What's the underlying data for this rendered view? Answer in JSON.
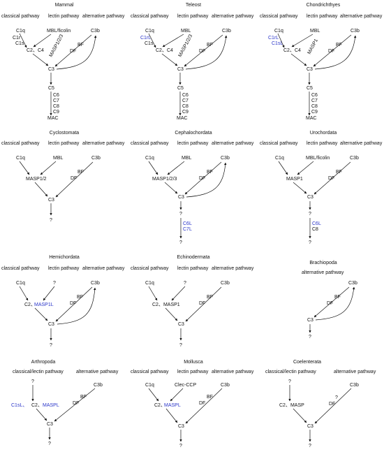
{
  "colors": {
    "text": "#111111",
    "highlight": "#2a35c9",
    "background": "#ffffff"
  },
  "pathway_labels": {
    "classical": "classical pathway",
    "lectin": "lectin pathway",
    "alternative": "alternative pathway",
    "classical_lectin": "classical/lectin pathway"
  },
  "panels": [
    {
      "id": "mammal",
      "title": "Mammal",
      "nodes": {
        "C1q": "C1q",
        "C1r": "C1r",
        "C1s": "C1s",
        "MBL": "MBL/ficolin",
        "MASP": "MASP1/2/3",
        "C3b": "C3b",
        "C2C4": "C2、C4",
        "BF": "BF",
        "DF": "DF",
        "C3": "C3",
        "C5": "C5",
        "C6": "C6",
        "C7": "C7",
        "C8": "C8",
        "C9": "C9",
        "MAC": "MAC"
      }
    },
    {
      "id": "teleost",
      "title": "Teleost",
      "nodes": {
        "C1q": "C1q",
        "C1r": "C1rL",
        "C1s": "C1s",
        "MBL": "MBL",
        "MASP": "MASP1/2/3",
        "C3b": "C3b",
        "C2C4": "C2、C4",
        "BF": "BF",
        "DF": "DF",
        "C3": "C3",
        "C5": "C5",
        "C6": "C6",
        "C7": "C7",
        "C8": "C8",
        "C9": "C9",
        "MAC": "MAC"
      }
    },
    {
      "id": "chondrichthyes",
      "title": "Chondrichthyes",
      "nodes": {
        "C1q": "C1q",
        "C1r": "C1rL",
        "C1s": "C1sL",
        "MBL": "MBL",
        "MASP": "MASP1",
        "C3b": "C3b",
        "C2C4": "C2、C4",
        "BF": "BF",
        "DF": "DF",
        "C3": "C3",
        "C5": "C5",
        "C6": "C6",
        "C7": "C7",
        "C8": "C8",
        "C9": "C9",
        "MAC": "MAC"
      }
    },
    {
      "id": "cyclostomata",
      "title": "Cyclostomata",
      "nodes": {
        "C1q": "C1q",
        "MBL": "MBL",
        "C3b": "C3b",
        "MASP": "MASP1/2",
        "BF": "BF",
        "DF": "DF",
        "C3": "C3",
        "Q": "?"
      }
    },
    {
      "id": "cephalochordata",
      "title": "Cephalochordata",
      "nodes": {
        "C1q": "C1q",
        "MBL": "MBL",
        "C3b": "C3b",
        "MASP": "MASP1/2/3",
        "BF": "BF",
        "DF": "DF",
        "C3": "C3",
        "Q1": "?",
        "C6L": "C6L",
        "C7L": "C7L",
        "Q2": "?"
      }
    },
    {
      "id": "urochordata",
      "title": "Urochordata",
      "nodes": {
        "C1q": "C1q",
        "MBL": "MBL/ficolin",
        "C3b": "C3b",
        "MASP": "MASP1",
        "BF": "BF",
        "DF": "DF",
        "C3": "C3",
        "Q1": "?",
        "C6L": "C6L",
        "C8": "C8",
        "Q2": "?"
      }
    },
    {
      "id": "hemichordata",
      "title": "Hemichordata",
      "nodes": {
        "C1q": "C1q",
        "Qtop": "?",
        "C3b": "C3b",
        "C2": "C2、",
        "MASP": "MASP1L",
        "BF": "BF",
        "DF": "DF",
        "C3": "C3",
        "Q": "?"
      }
    },
    {
      "id": "echinodermata",
      "title": "Echinodermata",
      "nodes": {
        "C1q": "C1q",
        "Qtop": "?",
        "C3b": "C3b",
        "C2MASP": "C2、MASP1",
        "BF": "BF",
        "DF": "DF",
        "C3": "C3",
        "Q": "?"
      }
    },
    {
      "id": "brachiopoda",
      "title": "Brachiopoda",
      "nodes": {
        "C3b": "C3b",
        "BF": "BF",
        "DF": "DF",
        "C3": "C3",
        "Q": "?"
      }
    },
    {
      "id": "arthropoda",
      "title": "Arthropoda",
      "nodes": {
        "Qtop": "?",
        "C1s": "C1sL、",
        "C2": "C2、",
        "MASP": "MASPL",
        "C3b": "C3b",
        "BF": "BF",
        "DF": "DF",
        "C3": "C3",
        "Q": "?"
      }
    },
    {
      "id": "mollusca",
      "title": "Mollusca",
      "nodes": {
        "C1q": "C1q",
        "Clec": "Clec-CCP",
        "C3b": "C3b",
        "C2": "C2、",
        "MASP": "MASPL",
        "BF": "BF",
        "DF": "DF",
        "C3": "C3",
        "Q": "?"
      }
    },
    {
      "id": "coelenterata",
      "title": "Coelenterata",
      "nodes": {
        "Qtop": "?",
        "C2MASP": "C2、MASP",
        "C3b": "C3b",
        "Q2": "?",
        "DF": "DF",
        "C3": "C3",
        "Q": "?"
      }
    }
  ]
}
